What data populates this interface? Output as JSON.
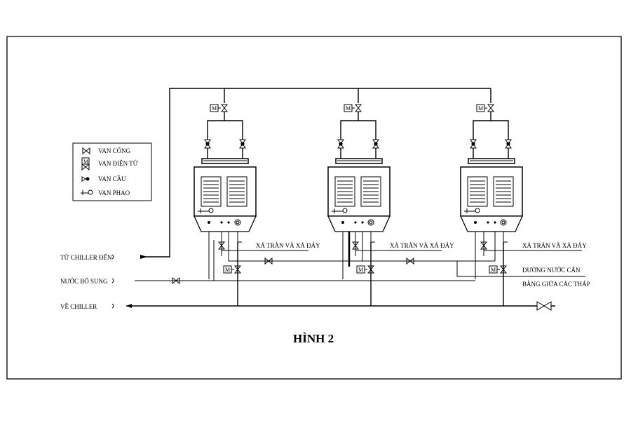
{
  "legend": {
    "items": [
      {
        "icon": "gate-valve-icon",
        "label": "VAN CỔNG"
      },
      {
        "icon": "solenoid-valve-icon",
        "label": "VAN ĐIỆN TỪ"
      },
      {
        "icon": "ball-valve-icon",
        "label": "VAN CẦU"
      },
      {
        "icon": "float-valve-icon",
        "label": "VAN PHAO"
      }
    ]
  },
  "motor_symbol": "M",
  "pipes": {
    "supply_from_chiller": "TỪ CHILLER ĐẾN",
    "makeup_water": "NƯỚC BỔ SUNG",
    "return_to_chiller": "VỀ CHILLER"
  },
  "tower_labels": {
    "drain": "XẢ TRÀN VÀ XẢ ĐÁY",
    "equalizer_line1": "ĐƯỜNG NƯỚC CÂN",
    "equalizer_line2": "BẰNG GIỮA CÁC THÁP"
  },
  "towers": [
    {
      "id": "tower-1"
    },
    {
      "id": "tower-2"
    },
    {
      "id": "tower-3"
    }
  ],
  "caption": "HÌNH 2"
}
